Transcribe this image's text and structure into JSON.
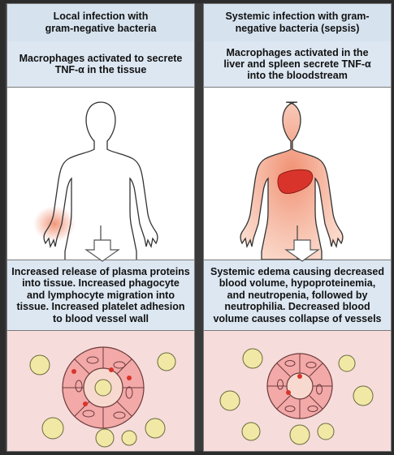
{
  "left": {
    "title": "Local infection with\ngram-negative bacteria",
    "step1": "Macrophages activated to secrete\nTNF-α in the tissue",
    "step2": "Increased release of plasma proteins\ninto tissue. Increased  phagocyte\nand lymphocyte migration into\ntissue. Increased platelet adhesion\nto blood vessel  wall"
  },
  "right": {
    "title": "Systemic infection with gram-\nnegative bacteria (sepsis)",
    "step1": "Macrophages activated in the\nliver and spleen secrete TNF-α\ninto the bloodstream",
    "step2": "Systemic edema causing decreased\nblood volume, hypoproteinemia,\nand neutropenia, followed by\nneutrophilia. Decreased blood\nvolume causes collapse of vessels"
  },
  "colors": {
    "header_bg": "#d6e3ef",
    "vessel_bg": "#f6dcdb",
    "tissue_red": "#d9342b",
    "body_glow": "#f08a6a",
    "cell_pink": "#f3a9a8",
    "bacteria_yellow": "#f2e8a6"
  }
}
